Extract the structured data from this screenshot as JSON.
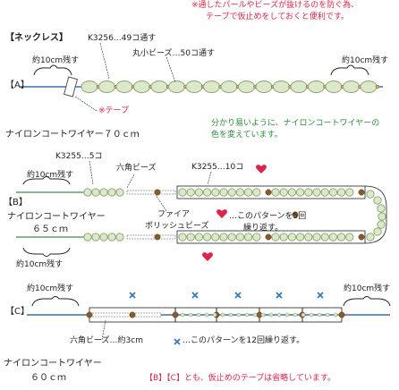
{
  "note_top": {
    "line1": "※通したパールやビーズが抜けるのを防ぐ為、",
    "line2": "テープで仮止めをしておくと便利です。"
  },
  "section_title": "【ネックレス】",
  "A": {
    "label": "【A】",
    "k3256": "K3256…49コ通す",
    "round_beads": "丸小ビーズ…50コ通す",
    "left_10cm": "約10cm残す",
    "right_10cm": "約10cm残す",
    "tape": "※テープ",
    "wire": "ナイロンコートワイヤー７０ｃｍ",
    "color_note_1": "分かり易いように、ナイロンコートワイヤーの",
    "color_note_2": "色を変えています。"
  },
  "B": {
    "label": "【B】",
    "k3255_5": "K3255…5コ",
    "hex_beads": "六角ビーズ",
    "k3255_10": "K3255…10コ",
    "left_10cm": "約10cm残す",
    "left_10cm_lower": "約10cm残す",
    "wire_line1": "ナイロンコートワイヤー",
    "wire_line2": "６５ｃｍ",
    "fire_line1": "ファイア",
    "fire_line2": "ポリッシュビーズ",
    "repeat_line1": "…このパターンを5回",
    "repeat_line2": "繰り返す。"
  },
  "C": {
    "label": "【C】",
    "left_10cm": "約10cm残す",
    "right_10cm": "約10cm残す",
    "hex_3cm": "六角ビーズ…約3cm",
    "repeat": "…このパターンを12回繰り返す。",
    "wire_line1": "ナイロンコートワイヤー",
    "wire_line2": "６０ｃｍ"
  },
  "footer": "【B】【C】とも、仮止めのテープは省略しています。",
  "colors": {
    "red": "#d9264a",
    "green": "#2e8a3c",
    "pearl": "#dbe8c9",
    "pearl_edge": "#8aa36c",
    "wire_blue": "#3c6fb4",
    "wire_green": "#3a8f55",
    "brown": "#8a5a2b",
    "cross_blue": "#2f73b8"
  },
  "icons": [
    "heart-icon",
    "cross-mark-icon",
    "tape-icon",
    "bracket-icon"
  ]
}
